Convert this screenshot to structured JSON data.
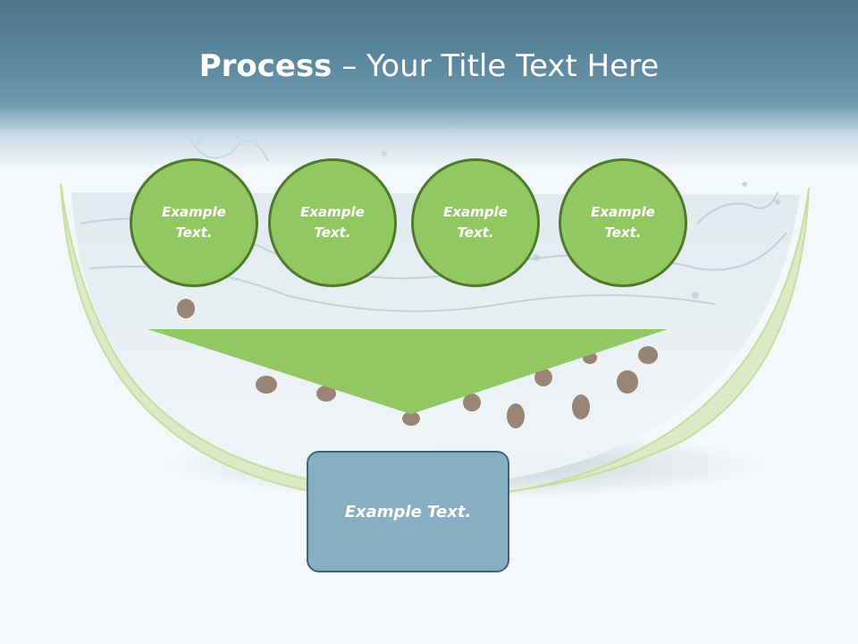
{
  "slide": {
    "title_bold": "Process",
    "title_rest": " – Your Title Text Here"
  },
  "circles": [
    {
      "line1": "Example",
      "line2": "Text."
    },
    {
      "line1": "Example",
      "line2": "Text."
    },
    {
      "line1": "Example",
      "line2": "Text."
    },
    {
      "line1": "Example",
      "line2": "Text."
    }
  ],
  "result_box": {
    "label": "Example Text."
  },
  "colors": {
    "circle_fill": "#92c862",
    "circle_border": "#4e7a2c",
    "funnel_fill": "#92c862",
    "box_fill": "#87afc4",
    "box_border": "#3f6478",
    "title_band": "#5f8aa1"
  },
  "background_image": "watermelon-slice-splash"
}
